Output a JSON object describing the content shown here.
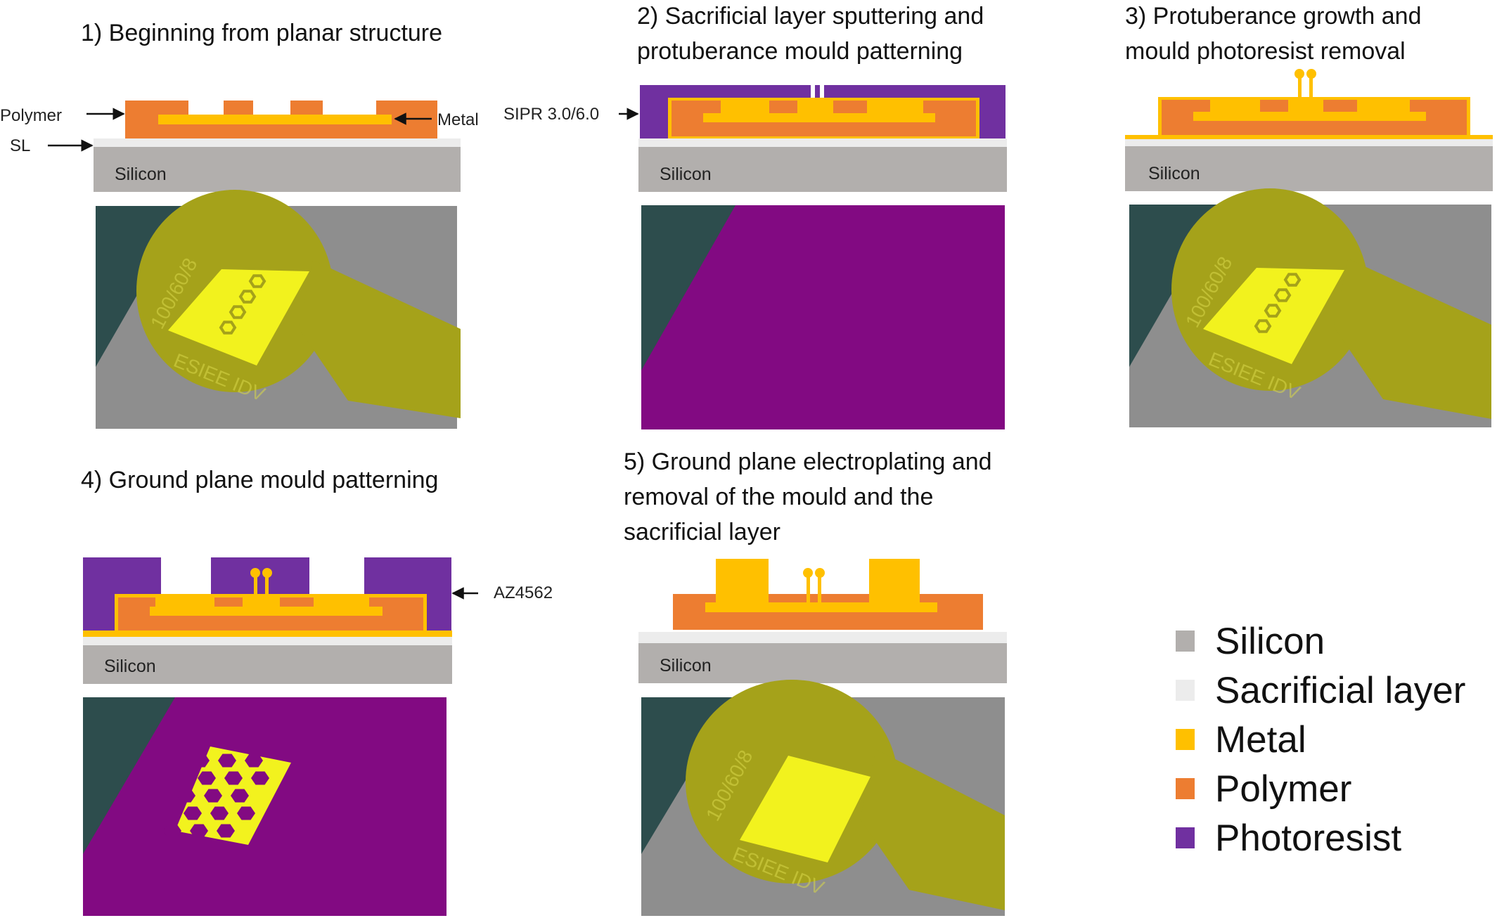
{
  "colors": {
    "silicon": "#b2afad",
    "sacrificial_layer": "#ececec",
    "metal": "#ffc000",
    "polymer": "#ed7d31",
    "photoresist": "#7030a0",
    "render_resist": "#820a82",
    "render_gray": "#8e8e8e",
    "render_corner": "#2d4d4d",
    "render_polymer": "#a5a21a",
    "render_metal": "#f2f21e"
  },
  "steps": [
    {
      "title_lines": [
        "1) Beginning from planar structure"
      ]
    },
    {
      "title_lines": [
        "2) Sacrificial layer sputtering and",
        "protuberance mould patterning"
      ]
    },
    {
      "title_lines": [
        "3) Protuberance growth and",
        "mould photoresist removal"
      ]
    },
    {
      "title_lines": [
        "4) Ground plane mould patterning"
      ]
    },
    {
      "title_lines": [
        "5) Ground plane electroplating and",
        "removal of the mould and the",
        "sacrificial layer"
      ]
    }
  ],
  "annotations": {
    "polymer": "Polymer",
    "metal": "Metal",
    "sl": "SL",
    "sipr": "SIPR 3.0/6.0",
    "az": "AZ4562"
  },
  "silicon_label": "Silicon",
  "engraving": {
    "code": "100/60/8",
    "brand": "ESIEE IDV"
  },
  "legend": [
    {
      "label": "Silicon",
      "color": "#b2afad"
    },
    {
      "label": "Sacrificial layer",
      "color": "#ececec"
    },
    {
      "label": "Metal",
      "color": "#ffc000"
    },
    {
      "label": "Polymer",
      "color": "#ed7d31"
    },
    {
      "label": "Photoresist",
      "color": "#7030a0"
    }
  ]
}
